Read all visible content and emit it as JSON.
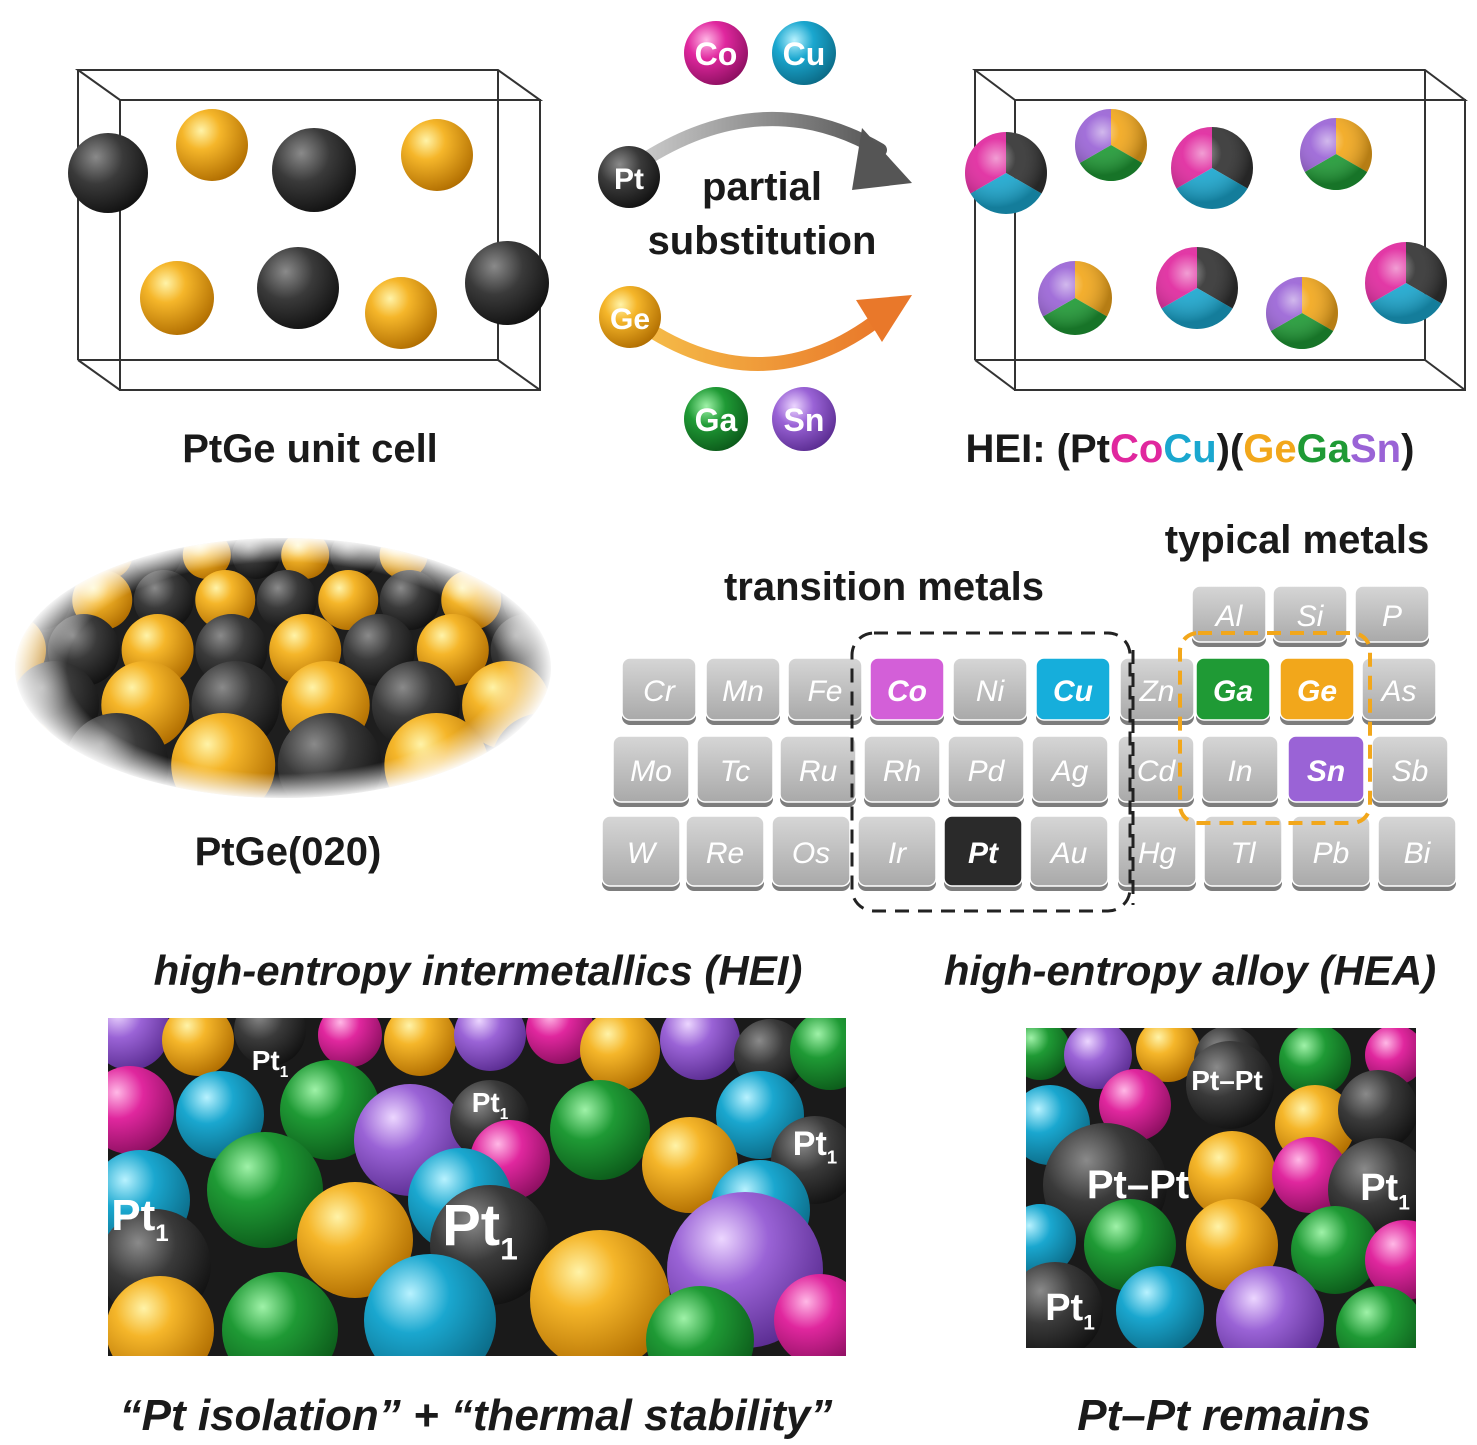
{
  "colors": {
    "pt": "#333333",
    "ge": "#f2a71b",
    "co": "#e0279e",
    "cu": "#1aa7cf",
    "ga": "#1f9a35",
    "sn": "#9a63d6"
  },
  "top": {
    "left_label": "PtGe unit cell",
    "right_label_parts": [
      {
        "text": "HEI: (Pt",
        "color": "#1a1a1a"
      },
      {
        "text": "Co",
        "color": "#e0279e"
      },
      {
        "text": "Cu",
        "color": "#1aa7cf"
      },
      {
        "text": ")(",
        "color": "#1a1a1a"
      },
      {
        "text": "Ge",
        "color": "#f2a71b"
      },
      {
        "text": "Ga",
        "color": "#1f9a35"
      },
      {
        "text": "Sn",
        "color": "#9a63d6"
      },
      {
        "text": ")",
        "color": "#1a1a1a"
      }
    ],
    "center_text_1": "partial",
    "center_text_2": "substitution",
    "balls": {
      "co": "Co",
      "cu": "Cu",
      "pt": "Pt",
      "ge": "Ge",
      "ga": "Ga",
      "sn": "Sn"
    }
  },
  "middle": {
    "surface_label": "PtGe(020)",
    "transition_label": "transition metals",
    "typical_label": "typical metals",
    "table": {
      "row0": [
        "Al",
        "Si",
        "P"
      ],
      "row1": [
        "Cr",
        "Mn",
        "Fe",
        "Co",
        "Ni",
        "Cu",
        "Zn",
        "Ga",
        "Ge",
        "As"
      ],
      "row2": [
        "Mo",
        "Tc",
        "Ru",
        "Rh",
        "Pd",
        "Ag",
        "Cd",
        "In",
        "Sn",
        "Sb"
      ],
      "row3": [
        "W",
        "Re",
        "Os",
        "Ir",
        "Pt",
        "Au",
        "Hg",
        "Tl",
        "Pb",
        "Bi"
      ]
    }
  },
  "bottom": {
    "hei_title": "high-entropy intermetallics (HEI)",
    "hea_title": "high-entropy alloy (HEA)",
    "hei_caption": "“Pt isolation” + “thermal stability”",
    "hea_caption": "Pt–Pt remains",
    "pt1": "Pt",
    "pt1_sub": "1",
    "ptpt": "Pt–Pt"
  }
}
